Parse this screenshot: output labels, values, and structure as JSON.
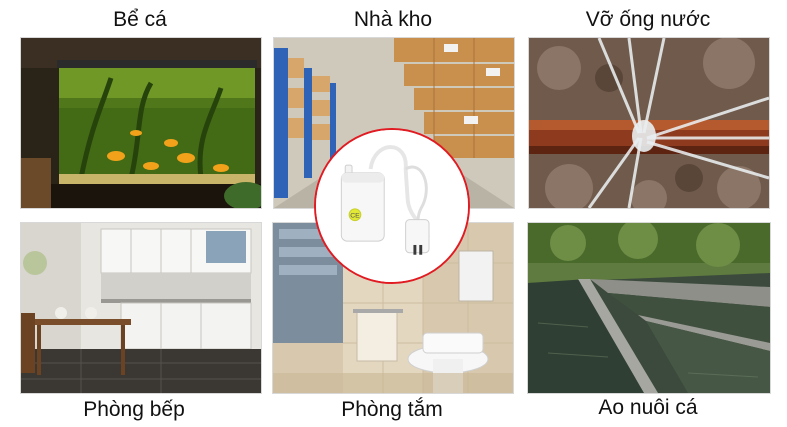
{
  "panels": [
    {
      "label": "Bể cá"
    },
    {
      "label": "Nhà kho"
    },
    {
      "label": "Vỡ ống nước"
    },
    {
      "label": "Phòng bếp"
    },
    {
      "label": "Phòng tắm"
    },
    {
      "label": "Ao nuôi cá"
    }
  ],
  "device": {
    "mark": "CE"
  },
  "colors": {
    "circle_border": "#e11b22"
  }
}
